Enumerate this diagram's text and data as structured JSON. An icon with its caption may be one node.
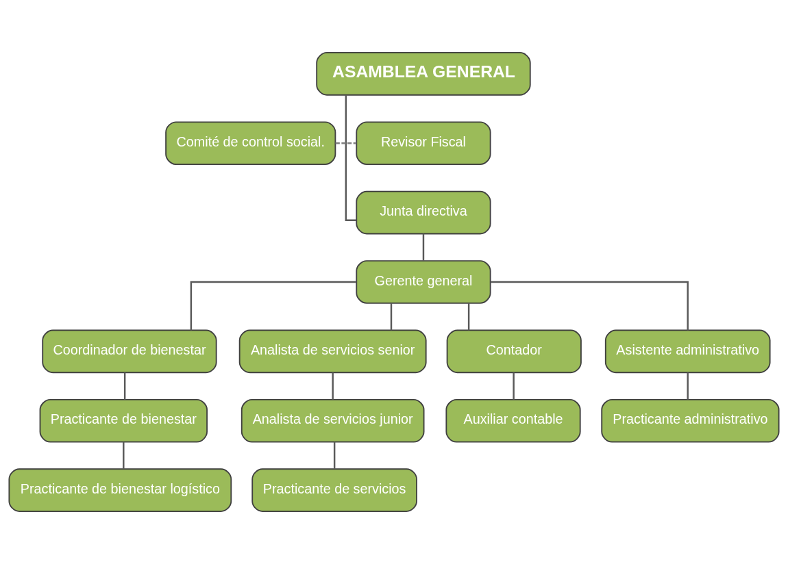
{
  "diagram": {
    "nodes": [
      {
        "text": [
          "ASAMBLEA GENERAL"
        ]
      },
      {
        "text": [
          "Comité de control social."
        ]
      },
      {
        "text": [
          "Revisor Fiscal"
        ]
      },
      {
        "text": [
          "Junta directiva"
        ]
      },
      {
        "text": [
          "Gerente general"
        ]
      },
      {
        "text": [
          "Coordinador de bienestar"
        ]
      },
      {
        "text": [
          "Analista de servicios senior"
        ]
      },
      {
        "text": [
          "Contador"
        ]
      },
      {
        "text": [
          "Asistente administrativo"
        ]
      },
      {
        "text": [
          "Practicante de bienestar"
        ]
      },
      {
        "text": [
          "Analista de servicios junior"
        ]
      },
      {
        "text": [
          "Auxiliar contable"
        ]
      },
      {
        "text": [
          "Practicante administrativo"
        ]
      },
      {
        "text": [
          "Practicante de bienestar logístico"
        ]
      },
      {
        "text": [
          "Practicante de servicios"
        ]
      }
    ],
    "edges": [
      {
        "from": 1,
        "to": 2,
        "arrow": "none",
        "style": "dashed",
        "color": "#7f7f7f"
      },
      {
        "from": 0,
        "to": 3,
        "arrow": "none"
      },
      {
        "from": 3,
        "to": 4,
        "arrow": "none"
      },
      {
        "from": 4,
        "to": 5,
        "arrow": "none"
      },
      {
        "from": 4,
        "to": 6,
        "arrow": "none"
      },
      {
        "from": 4,
        "to": 7,
        "arrow": "none"
      },
      {
        "from": 4,
        "to": 8,
        "arrow": "none"
      },
      {
        "from": 5,
        "to": 9,
        "arrow": "none"
      },
      {
        "from": 6,
        "to": 10,
        "arrow": "none"
      },
      {
        "from": 7,
        "to": 11,
        "arrow": "none"
      },
      {
        "from": 8,
        "to": 12,
        "arrow": "none"
      },
      {
        "from": 9,
        "to": 13,
        "arrow": "none"
      },
      {
        "from": 10,
        "to": 14,
        "arrow": "none"
      }
    ]
  }
}
